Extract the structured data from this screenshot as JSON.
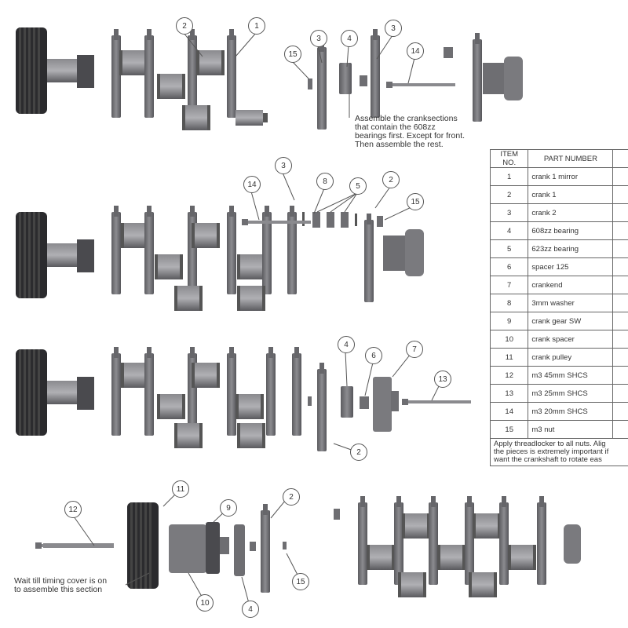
{
  "notes": {
    "assemble_lines": [
      "Assemble the cranksections",
      "that contain the 608zz",
      "bearings first. Except for front.",
      "Then assemble the rest."
    ],
    "wait_lines": [
      "Wait till timing cover is on",
      "to assemble this section"
    ]
  },
  "callouts": [
    "1",
    "2",
    "3",
    "4",
    "5",
    "6",
    "7",
    "8",
    "9",
    "10",
    "11",
    "12",
    "13",
    "14",
    "15"
  ],
  "bom": {
    "headers": [
      "ITEM NO.",
      "PART NUMBER",
      ""
    ],
    "rows": [
      {
        "item": "1",
        "part": "crank 1 mirror"
      },
      {
        "item": "2",
        "part": "crank 1"
      },
      {
        "item": "3",
        "part": "crank 2"
      },
      {
        "item": "4",
        "part": "608zz bearing"
      },
      {
        "item": "5",
        "part": "623zz bearing"
      },
      {
        "item": "6",
        "part": "spacer 125"
      },
      {
        "item": "7",
        "part": "crankend"
      },
      {
        "item": "8",
        "part": "3mm washer"
      },
      {
        "item": "9",
        "part": "crank gear SW"
      },
      {
        "item": "10",
        "part": "crank spacer"
      },
      {
        "item": "11",
        "part": "crank pulley"
      },
      {
        "item": "12",
        "part": "m3 45mm SHCS"
      },
      {
        "item": "13",
        "part": "m3 25mm SHCS"
      },
      {
        "item": "14",
        "part": "m3 20mm SHCS"
      },
      {
        "item": "15",
        "part": "m3 nut"
      }
    ],
    "footnote_lines": [
      "Apply threadlocker to all nuts.  Alig",
      "the pieces is extremely important if",
      "want the crankshaft to rotate eas"
    ]
  },
  "colors": {
    "part_fill": "#6e6e72",
    "part_dark": "#4a4a4e",
    "part_light": "#9a9a9e",
    "pulley": "#2b2b2e",
    "line": "#555555"
  }
}
